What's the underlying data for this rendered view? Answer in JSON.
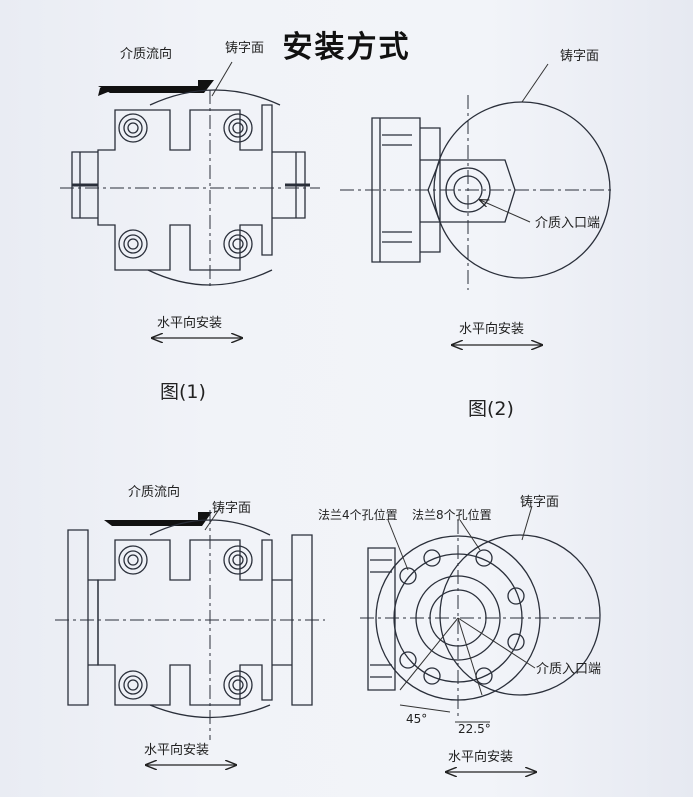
{
  "title": "安装方式",
  "labels": {
    "medium_flow": "介质流向",
    "cast_face": "铸字面",
    "medium_inlet": "介质入口端",
    "horizontal_install": "水平向安装",
    "flange4": "法兰4个孔位置",
    "flange8": "法兰8个孔位置",
    "angle45": "45°",
    "angle22": "22.5°"
  },
  "figures": {
    "fig1": "图(1)",
    "fig2": "图(2)"
  },
  "colors": {
    "line": "#2a2f3a",
    "dash": "#3a3f4a",
    "fill": "#111111"
  }
}
